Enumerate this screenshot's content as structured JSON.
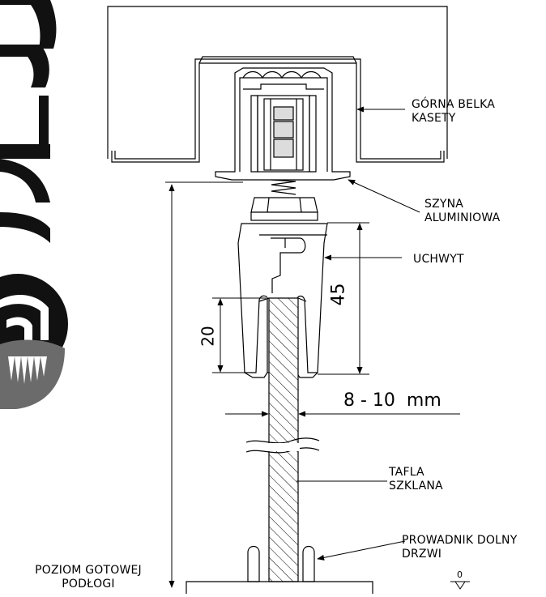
{
  "labels": {
    "top_beam": [
      "GÓRNA BELKA",
      "KASETY"
    ],
    "rail": [
      "SZYNA",
      "ALUMINIOWA"
    ],
    "holder": "UCHWYT",
    "glass": [
      "TAFLA",
      "SZKLANA"
    ],
    "bottom_guide": [
      "PROWADNIK DOLNY",
      "DRZWI"
    ],
    "floor": [
      "POZIOM GOTOWEJ",
      "PODŁOGI"
    ]
  },
  "dimensions": {
    "holder_height": "45",
    "glass_insert": "20",
    "glass_thickness": "8 - 10  mm",
    "floor_level": "0"
  },
  "colors": {
    "line": "#000000",
    "logo": "#111111",
    "logo_grey": "#6b6b6b"
  }
}
